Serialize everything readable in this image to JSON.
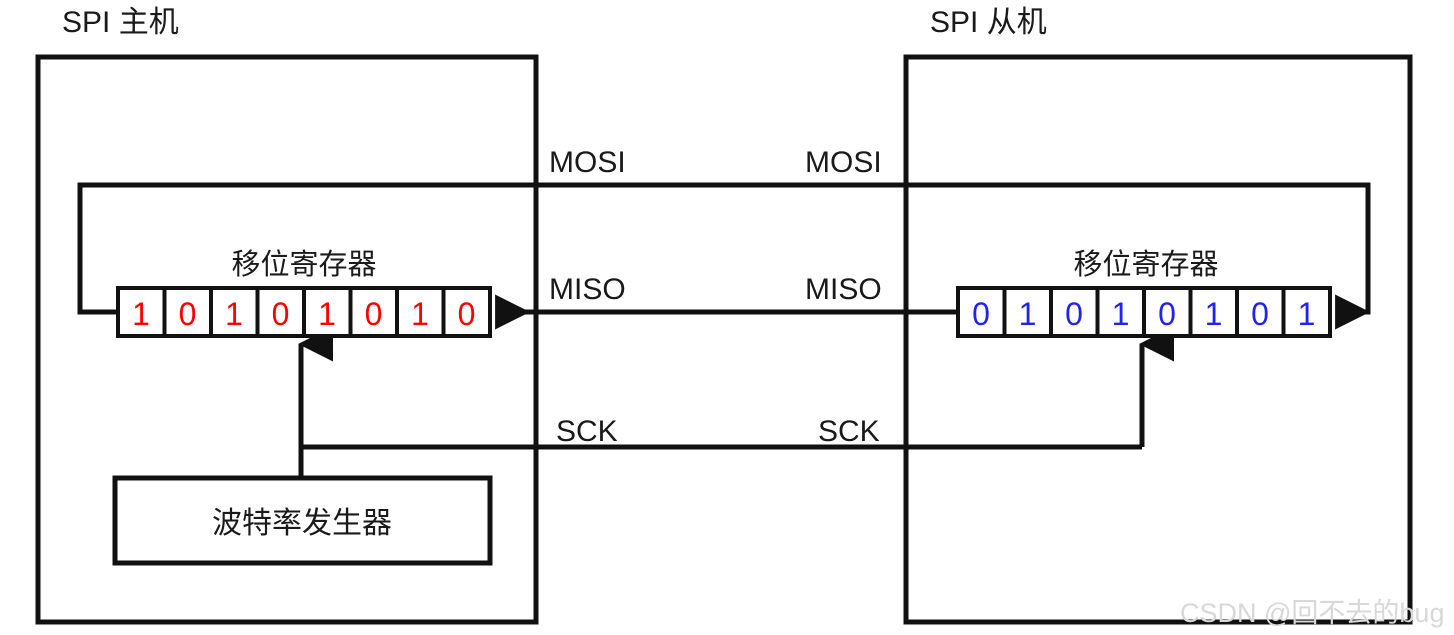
{
  "diagram": {
    "title_master": "SPI 主机",
    "title_slave": "SPI 从机",
    "master": {
      "register_title": "移位寄存器",
      "bits": [
        "1",
        "0",
        "1",
        "0",
        "1",
        "0",
        "1",
        "0"
      ],
      "bit_color": "#ff0000",
      "baud_generator_label": "波特率发生器"
    },
    "slave": {
      "register_title": "移位寄存器",
      "bits": [
        "0",
        "1",
        "0",
        "1",
        "0",
        "1",
        "0",
        "1"
      ],
      "bit_color": "#2222ee"
    },
    "signals": {
      "mosi_left": "MOSI",
      "mosi_right": "MOSI",
      "miso_left": "MISO",
      "miso_right": "MISO",
      "sck_left": "SCK",
      "sck_right": "SCK"
    },
    "watermark": "CSDN @回不去的bug",
    "colors": {
      "line": "#111111",
      "background": "#ffffff",
      "master_bits": "#ff0000",
      "slave_bits": "#2222ee",
      "watermark": "#d8d8d8"
    }
  }
}
